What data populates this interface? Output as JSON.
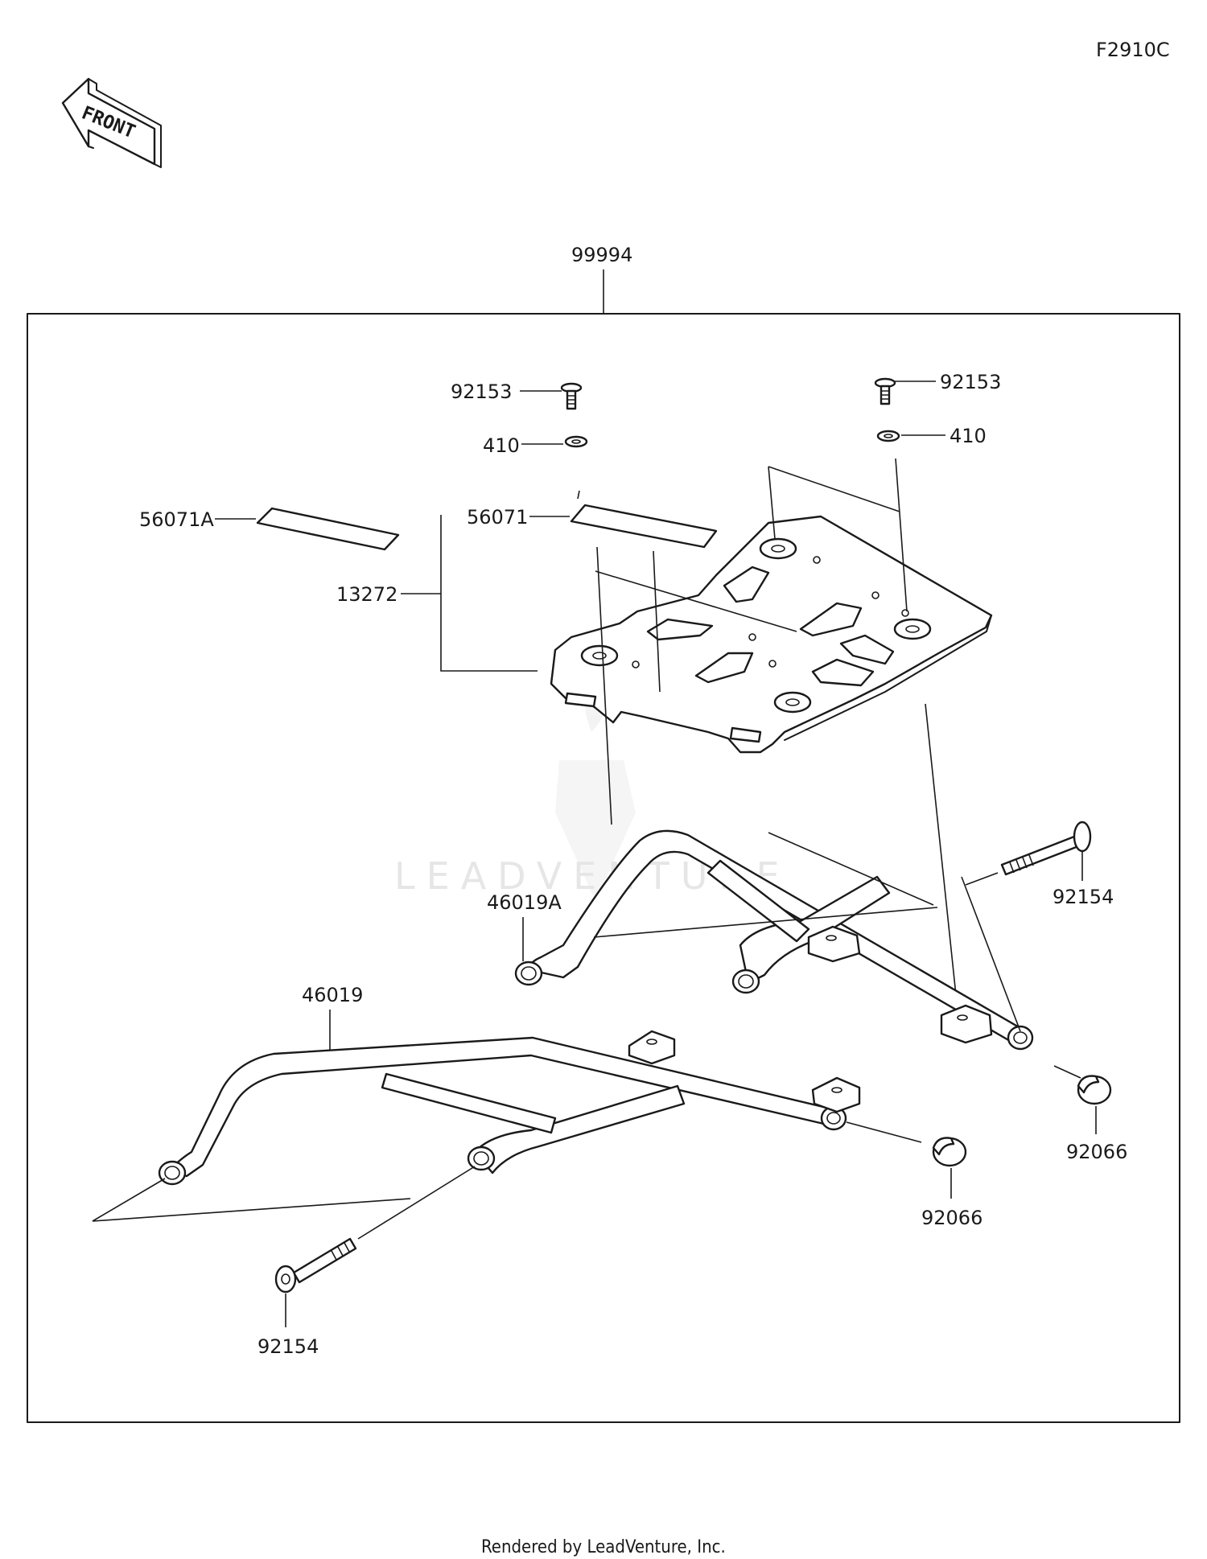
{
  "diagram_code": "F2910C",
  "front_arrow_label": "FRONT",
  "watermark": "LEADVENTURE",
  "footer": "Rendered by LeadVenture, Inc.",
  "callouts": {
    "assembly": "99994",
    "bolt_top_left": "92153",
    "bolt_top_right": "92153",
    "washer_left": "410",
    "washer_right": "410",
    "label_a": "56071A",
    "label": "56071",
    "carrier": "13272",
    "bracket_a": "46019A",
    "bracket": "46019",
    "bolt_long_right": "92154",
    "bolt_long_left": "92154",
    "cap_right": "92066",
    "cap_left": "92066"
  }
}
